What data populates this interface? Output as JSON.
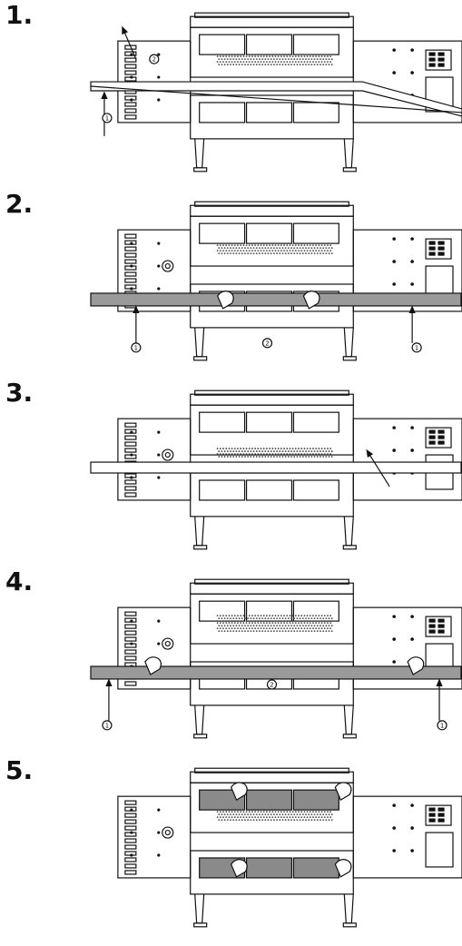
{
  "steps": [
    {
      "number": "1.",
      "callouts": [
        "1",
        "2"
      ]
    },
    {
      "number": "2.",
      "callouts": [
        "1",
        "2",
        "1"
      ]
    },
    {
      "number": "3.",
      "callouts": []
    },
    {
      "number": "4.",
      "callouts": [
        "1",
        "2",
        "1"
      ]
    },
    {
      "number": "5.",
      "callouts": []
    }
  ],
  "colors": {
    "line": "#111111",
    "conveyor_shaded": "#9a9a9a",
    "panel_shaded": "#8a8a8a",
    "mesh": "#444444",
    "background": "#ffffff"
  }
}
